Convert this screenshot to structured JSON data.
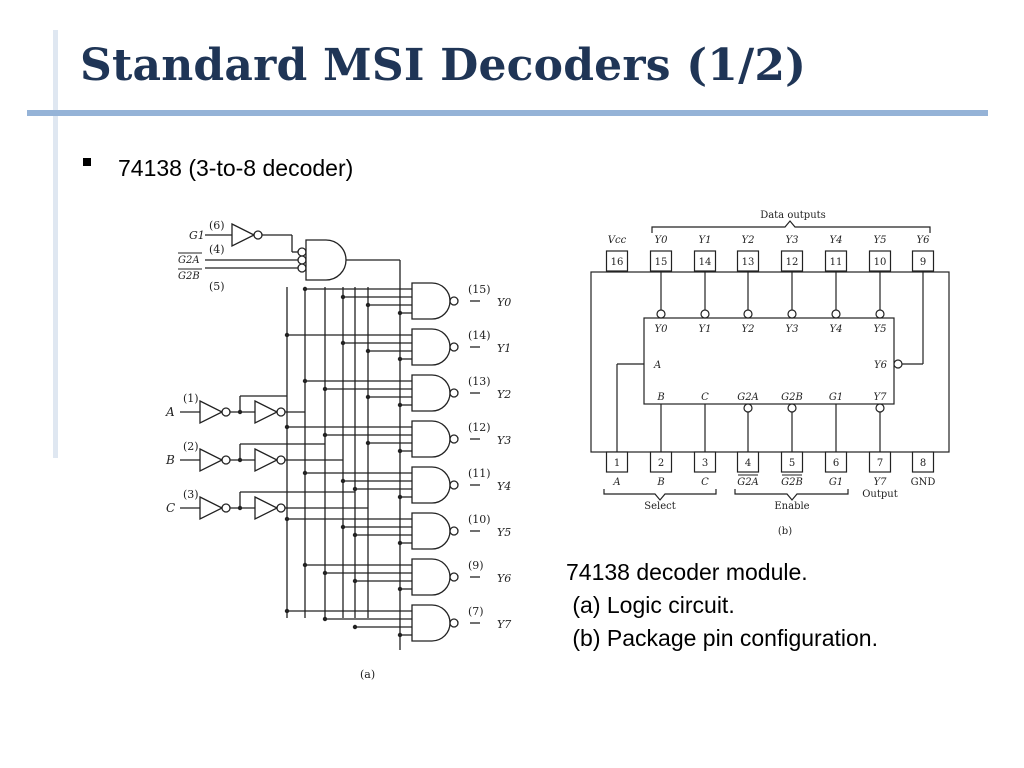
{
  "slide": {
    "title": "Standard MSI Decoders (1/2)",
    "bullet": "74138 (3-to-8 decoder)",
    "caption": [
      "74138 decoder module.",
      " (a) Logic circuit.",
      " (b) Package pin configuration."
    ]
  },
  "logic_circuit": {
    "label": "(a)",
    "enable_inputs": [
      {
        "name": "G1",
        "pin": "(6)"
      },
      {
        "name": "G2A",
        "pin": "(4)"
      },
      {
        "name": "G2B",
        "pin": "(5)"
      }
    ],
    "select_inputs": [
      {
        "name": "A",
        "pin": "(1)"
      },
      {
        "name": "B",
        "pin": "(2)"
      },
      {
        "name": "C",
        "pin": "(3)"
      }
    ],
    "outputs": [
      {
        "name": "Y0",
        "pin": "(15)"
      },
      {
        "name": "Y1",
        "pin": "(14)"
      },
      {
        "name": "Y2",
        "pin": "(13)"
      },
      {
        "name": "Y3",
        "pin": "(12)"
      },
      {
        "name": "Y4",
        "pin": "(11)"
      },
      {
        "name": "Y5",
        "pin": "(10)"
      },
      {
        "name": "Y6",
        "pin": "(9)"
      },
      {
        "name": "Y7",
        "pin": "(7)"
      }
    ]
  },
  "package": {
    "label": "(b)",
    "top_group_label": "Data outputs",
    "top_pins": [
      {
        "num": "16",
        "name": "Vcc"
      },
      {
        "num": "15",
        "name": "Y0"
      },
      {
        "num": "14",
        "name": "Y1"
      },
      {
        "num": "13",
        "name": "Y2"
      },
      {
        "num": "12",
        "name": "Y3"
      },
      {
        "num": "11",
        "name": "Y4"
      },
      {
        "num": "10",
        "name": "Y5"
      },
      {
        "num": "9",
        "name": "Y6"
      }
    ],
    "bottom_pins": [
      {
        "num": "1",
        "name": "A"
      },
      {
        "num": "2",
        "name": "B"
      },
      {
        "num": "3",
        "name": "C"
      },
      {
        "num": "4",
        "name": "G2A"
      },
      {
        "num": "5",
        "name": "G2B"
      },
      {
        "num": "6",
        "name": "G1"
      },
      {
        "num": "7",
        "name": "Y7"
      },
      {
        "num": "8",
        "name": "GND"
      }
    ],
    "inner_top_labels": [
      "Y0",
      "Y1",
      "Y2",
      "Y3",
      "Y4",
      "Y5"
    ],
    "inner_right_labels": [
      "Y6"
    ],
    "inner_left_labels": [
      "A"
    ],
    "inner_bottom_labels": [
      "B",
      "C",
      "G2A",
      "G2B",
      "G1",
      "Y7"
    ],
    "group_labels": {
      "select": "Select",
      "enable": "Enable",
      "output": "Output"
    }
  }
}
